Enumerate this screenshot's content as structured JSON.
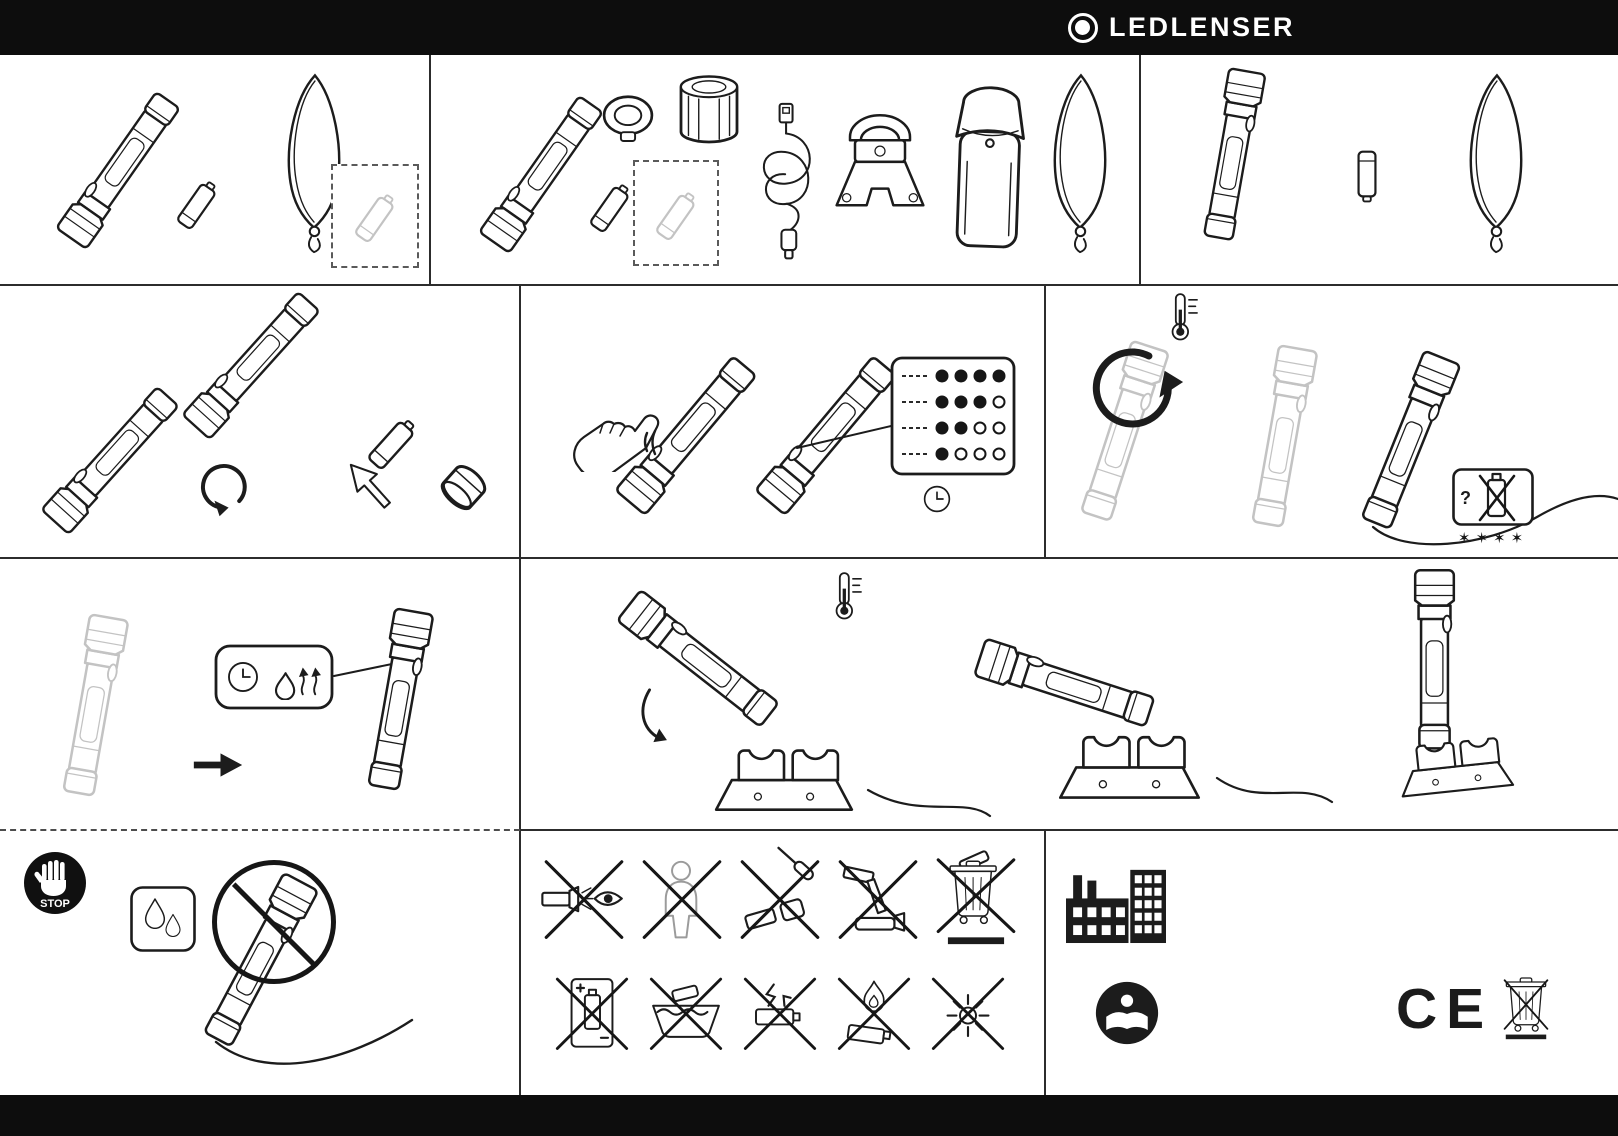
{
  "header": {
    "brand": "LEDLENSER"
  },
  "sections": {
    "package_contents_a": {
      "items": [
        "flashlight",
        "battery",
        "wrist-lanyard",
        "optional-spare-battery"
      ]
    },
    "package_contents_b": {
      "items": [
        "flashlight",
        "battery",
        "optional-spare-battery",
        "anti-roll-ring",
        "protective-sleeve",
        "charging-cable",
        "mounting-bracket",
        "belt-holster",
        "wrist-lanyard"
      ]
    },
    "package_contents_c": {
      "items": [
        "flashlight",
        "battery",
        "wrist-lanyard"
      ]
    },
    "battery_installation": {
      "items": [
        "unscrew-tailcap",
        "insert-battery",
        "tailcap"
      ]
    },
    "switch_and_indicator": {
      "battery_indicator_rows": [
        [
          1,
          1,
          1,
          1
        ],
        [
          1,
          1,
          1,
          0
        ],
        [
          1,
          1,
          0,
          0
        ],
        [
          1,
          0,
          0,
          0
        ]
      ],
      "items": [
        "press-switch",
        "battery-level-indicator",
        "wait-time"
      ]
    },
    "focus_and_charging": {
      "question_label": "?",
      "stars_label": "✶✶✶✶",
      "items": [
        "temperature-range",
        "twist-head",
        "charging-cable",
        "battery-status-box"
      ]
    },
    "dry_before_use": {
      "items": [
        "wait-until-dry",
        "clock",
        "evaporation"
      ]
    },
    "charging_cradle": {
      "items": [
        "temperature-range",
        "insert-into-cradle",
        "cradle-horizontal",
        "cradle-vertical"
      ]
    },
    "no_wet_charging": {
      "stop_label": "STOP",
      "items": [
        "stop-hand",
        "water-drops",
        "do-not-charge-when-wet"
      ]
    },
    "prohibitions": [
      "no-shine-into-eyes",
      "keep-away-from-children",
      "no-disassembly",
      "no-repair-tools",
      "no-household-waste",
      "no-wrong-polarity",
      "no-washing",
      "no-short-circuit",
      "no-fire",
      "no-heat-sunlight"
    ],
    "compliance": {
      "ce_label": "CE",
      "items": [
        "manufacturer-factory",
        "read-manual",
        "ce-mark",
        "weee-crossed-bin"
      ]
    }
  }
}
